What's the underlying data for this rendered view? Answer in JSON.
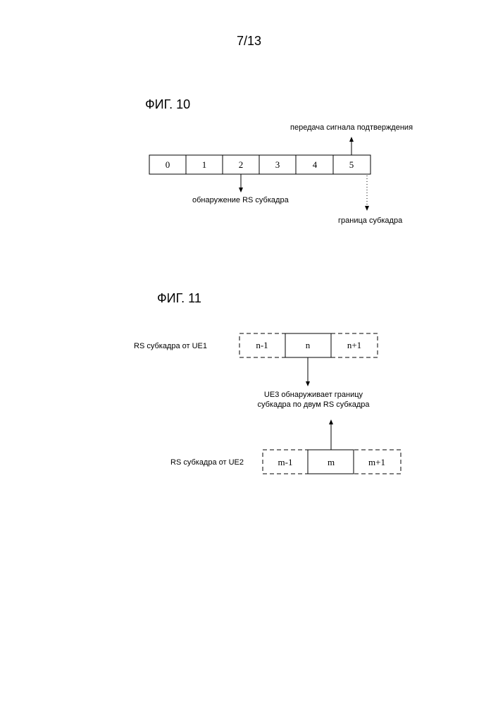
{
  "page": {
    "number": "7/13"
  },
  "fig10": {
    "title": "ФИГ. 10",
    "cells": [
      "0",
      "1",
      "2",
      "3",
      "4",
      "5"
    ],
    "label_ack": "передача сигнала подтверждения",
    "label_rs_detect": "обнаружение RS субкадра",
    "label_boundary": "граница субкадра"
  },
  "fig11": {
    "title": "ФИГ. 11",
    "ue1_label": "RS субкадра от UE1",
    "ue1_cells": [
      "n-1",
      "n",
      "n+1"
    ],
    "ue3_text_line1": "UE3 обнаруживает границу",
    "ue3_text_line2": "субкадра по двум RS субкадра",
    "ue2_label": "RS субкадра от UE2",
    "ue2_cells": [
      "m-1",
      "m",
      "m+1"
    ]
  }
}
